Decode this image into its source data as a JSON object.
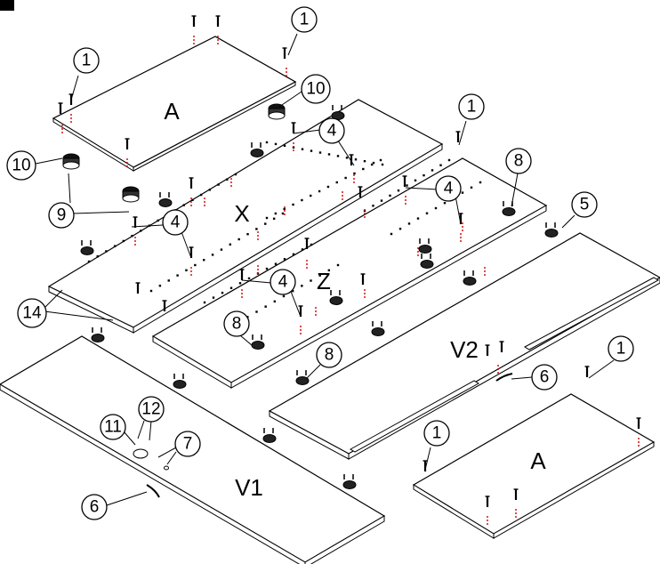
{
  "step_marker": "",
  "panels": {
    "A_top": "A",
    "A_bottom": "A",
    "X": "X",
    "Z": "Z",
    "V1": "V1",
    "V2": "V2"
  },
  "callouts": {
    "c1a": "1",
    "c1b": "1",
    "c1c": "1",
    "c1d": "1",
    "c1e": "1",
    "c10a": "10",
    "c10b": "10",
    "c9": "9",
    "c4a": "4",
    "c4b": "4",
    "c4c": "4",
    "c4d": "4",
    "c8a": "8",
    "c8b": "8",
    "c8c": "8",
    "c5": "5",
    "c14": "14",
    "c6a": "6",
    "c6b": "6",
    "c7": "7",
    "c11": "11",
    "c12": "12"
  },
  "colors": {
    "dowel": "#d40000",
    "ink": "#000000"
  }
}
